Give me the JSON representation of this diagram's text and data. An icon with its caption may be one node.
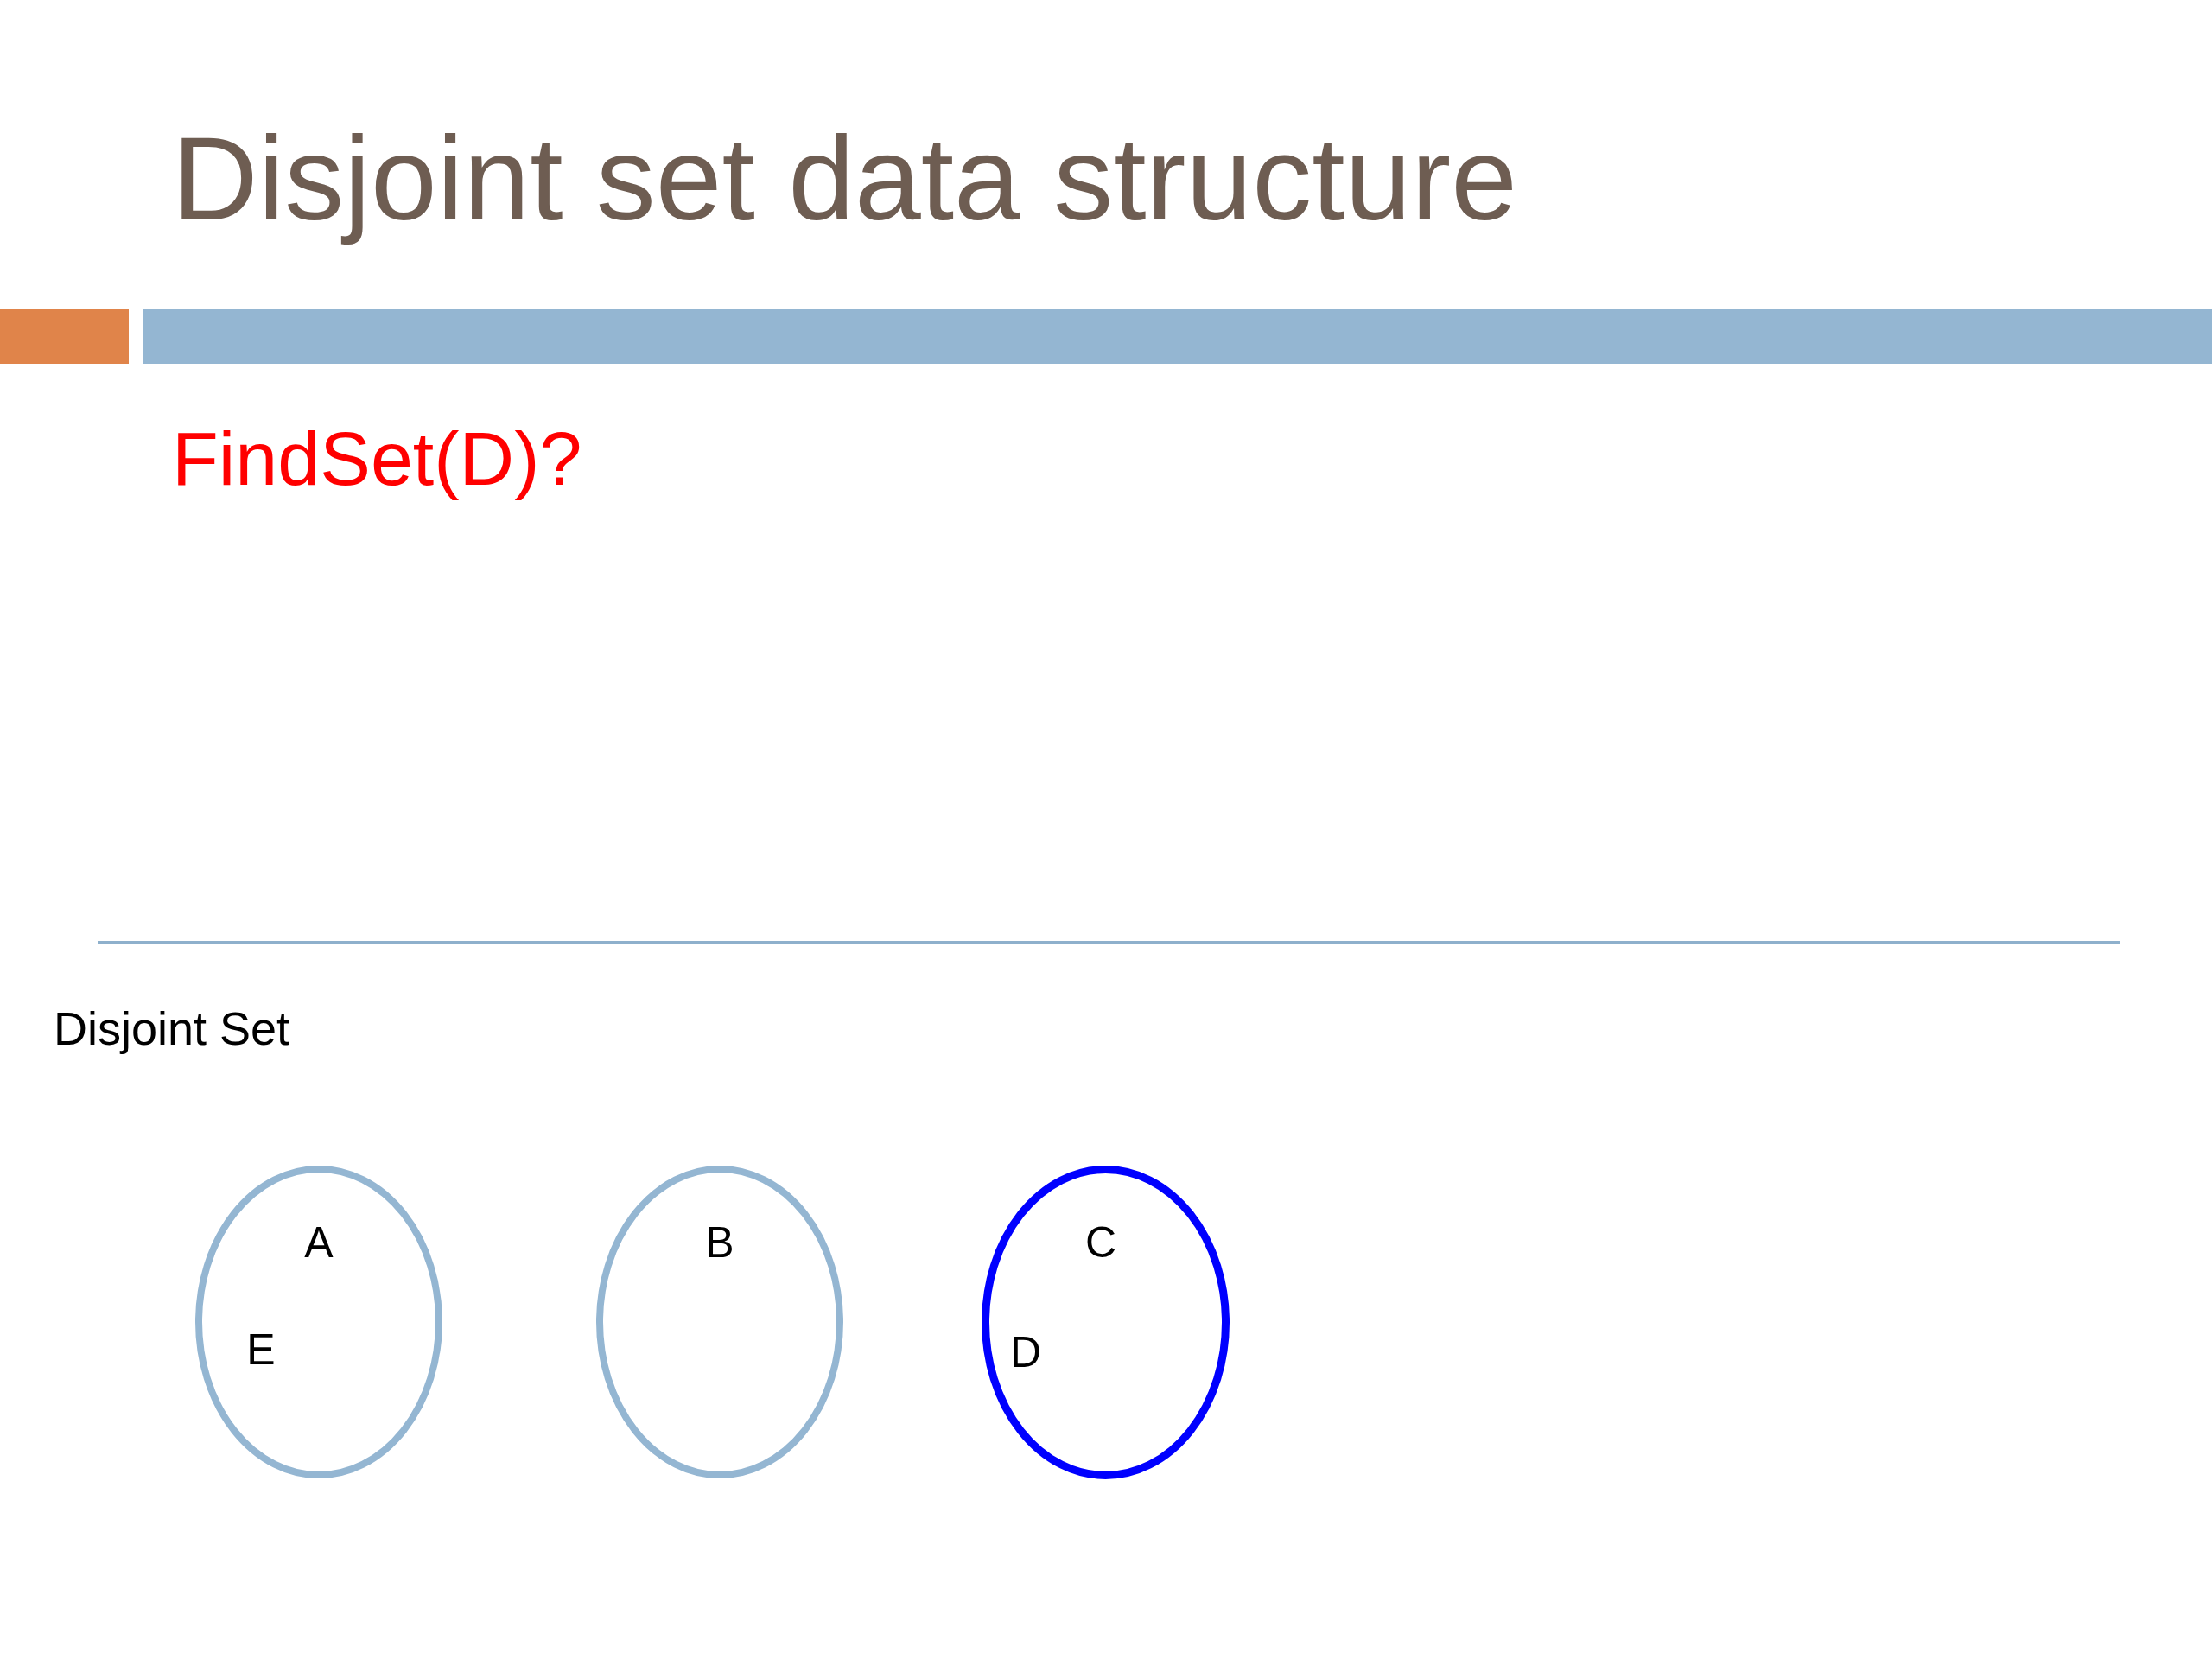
{
  "diagram": {
    "title": "Disjoint set data structure",
    "nodes": [
      {
        "text": [
          "A",
          "E"
        ]
      },
      {
        "text": [
          "B"
        ]
      },
      {
        "text": [
          "C",
          "D"
        ]
      }
    ],
    "edges": [],
    "labels": [
      "FindSet(D)?",
      "Disjoint Set"
    ]
  }
}
